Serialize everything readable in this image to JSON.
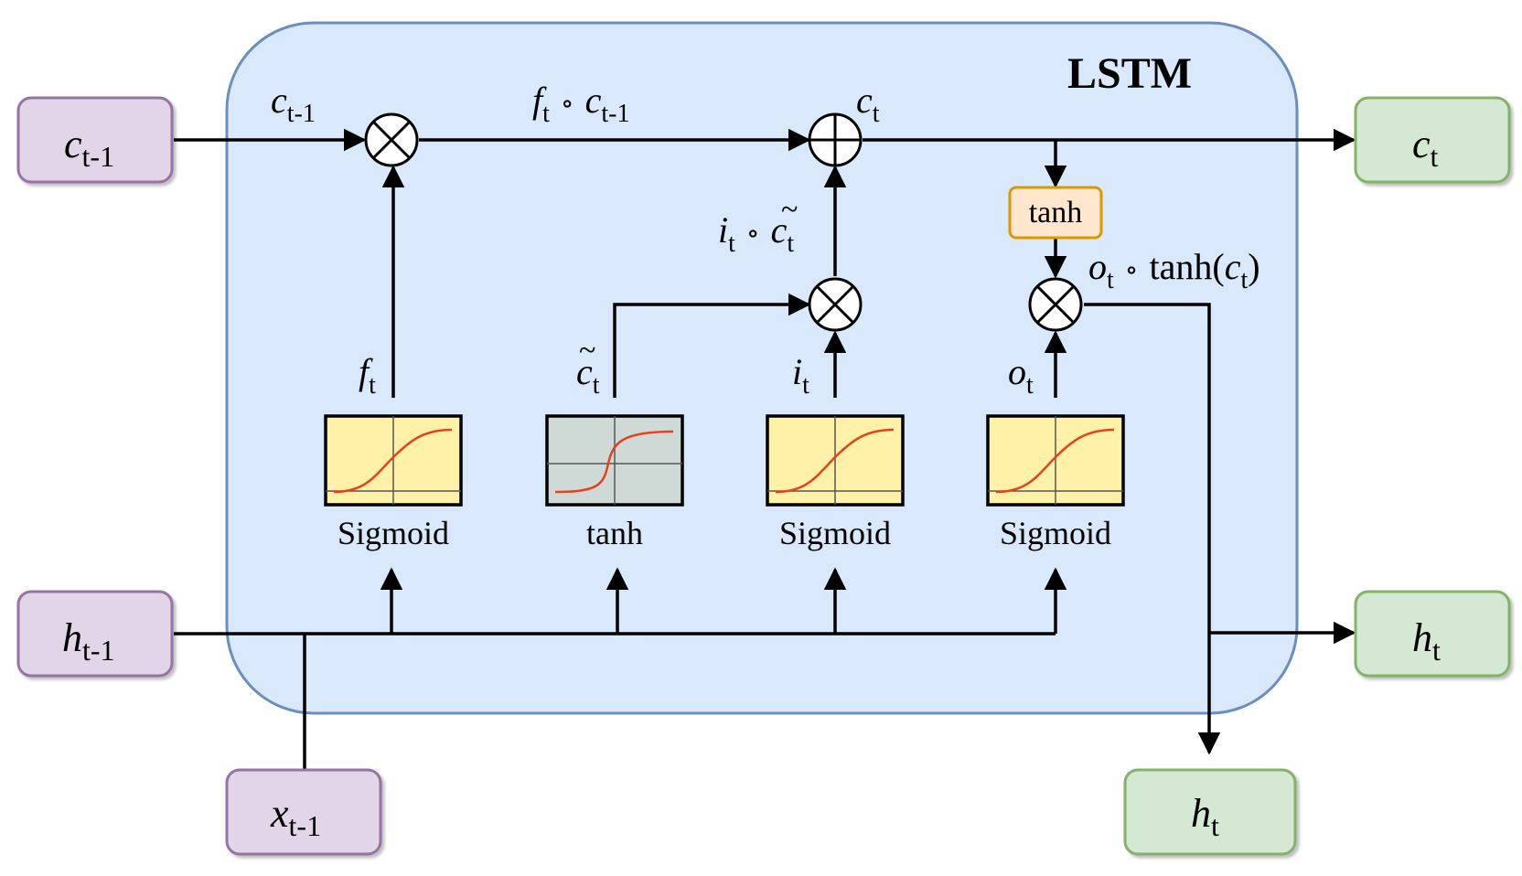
{
  "cell": {
    "title": "LSTM",
    "fill_color": "#dae8fc",
    "stroke_color": "#6c8ebf"
  },
  "inputs": {
    "c_prev": {
      "symbol": "c",
      "sub": "t-1"
    },
    "h_prev": {
      "symbol": "h",
      "sub": "t-1"
    },
    "x_prev": {
      "symbol": "x",
      "sub": "t-1"
    },
    "color_fill": "#e1d5e7",
    "color_stroke": "#9673a6"
  },
  "outputs": {
    "c_out": {
      "symbol": "c",
      "sub": "t"
    },
    "h_out_right": {
      "symbol": "h",
      "sub": "t"
    },
    "h_out_bottom": {
      "symbol": "h",
      "sub": "t"
    },
    "color_fill": "#d5e8d4",
    "color_stroke": "#82b366"
  },
  "gates": [
    {
      "id": "forget",
      "label": "Sigmoid",
      "kind": "sigmoid",
      "out_symbol": "f",
      "out_sub": "t"
    },
    {
      "id": "candidate",
      "label": "tanh",
      "kind": "tanh",
      "out_symbol": "c",
      "out_sub": "t",
      "tilde": "~"
    },
    {
      "id": "input",
      "label": "Sigmoid",
      "kind": "sigmoid",
      "out_symbol": "i",
      "out_sub": "t"
    },
    {
      "id": "output",
      "label": "Sigmoid",
      "kind": "sigmoid",
      "out_symbol": "o",
      "out_sub": "t"
    }
  ],
  "ops": {
    "tanh_box": "tanh",
    "multiply_icon": "circled-times",
    "add_icon": "circled-plus"
  },
  "edge_labels": {
    "c_prev": {
      "symbol": "c",
      "sub": "t-1"
    },
    "forget_product": {
      "a": "f",
      "a_sub": "t",
      "op": "∘",
      "b": "c",
      "b_sub": "t-1"
    },
    "c_new": {
      "symbol": "c",
      "sub": "t"
    },
    "input_product": {
      "a": "i",
      "a_sub": "t",
      "op": "∘",
      "tilde": "~",
      "b": "c",
      "b_sub": "t"
    },
    "output_product": {
      "a": "o",
      "a_sub": "t",
      "op": "∘",
      "fn": "tanh(",
      "b": "c",
      "b_sub": "t",
      "close": ")"
    }
  },
  "colors": {
    "sigmoid_fill": "#fff2a8",
    "tanh_fill": "#cfd9d6",
    "curve": "#e8401c",
    "tanh_box_fill": "#ffe6cc",
    "tanh_box_stroke": "#d79b00"
  }
}
